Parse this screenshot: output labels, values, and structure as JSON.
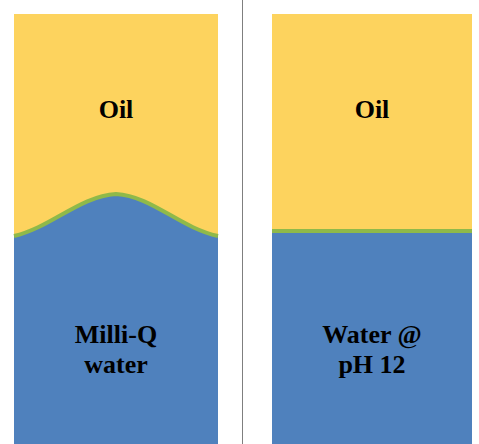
{
  "diagram": {
    "nodes": [
      {
        "text": [
          "Oil"
        ]
      },
      {
        "text": [
          "Milli-Q water"
        ]
      },
      {
        "text": [
          "Oil"
        ]
      },
      {
        "text": [
          "Water @ pH 12"
        ]
      }
    ]
  }
}
